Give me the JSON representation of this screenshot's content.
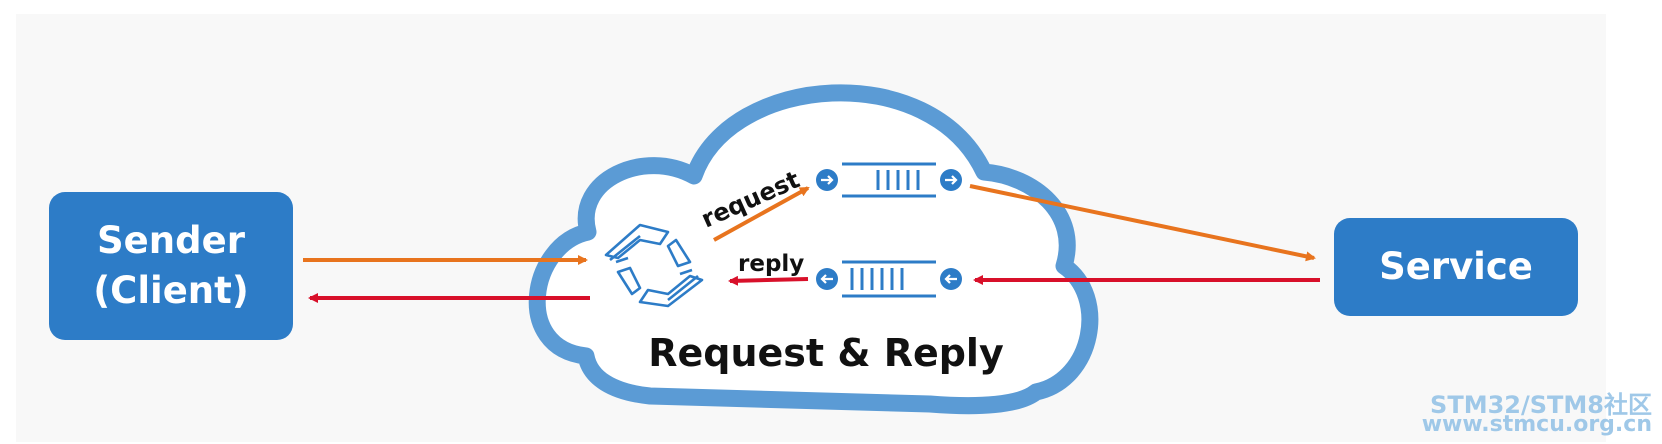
{
  "colors": {
    "box": "#2d7cc7",
    "cloud_stroke": "#5b9bd5",
    "request_arrow": "#e8741e",
    "reply_arrow": "#d8102a",
    "queue": "#2d7cc7"
  },
  "sender": {
    "line1": "Sender",
    "line2": "(Client)"
  },
  "service": {
    "label": "Service"
  },
  "cloud": {
    "title": "Request & Reply",
    "request_label": "request",
    "reply_label": "reply"
  },
  "icons": [
    "router-icon",
    "request-queue-icon",
    "reply-queue-icon"
  ],
  "watermark": {
    "line1": "STM32/STM8社区",
    "line2": "www.stmcu.org.cn"
  }
}
